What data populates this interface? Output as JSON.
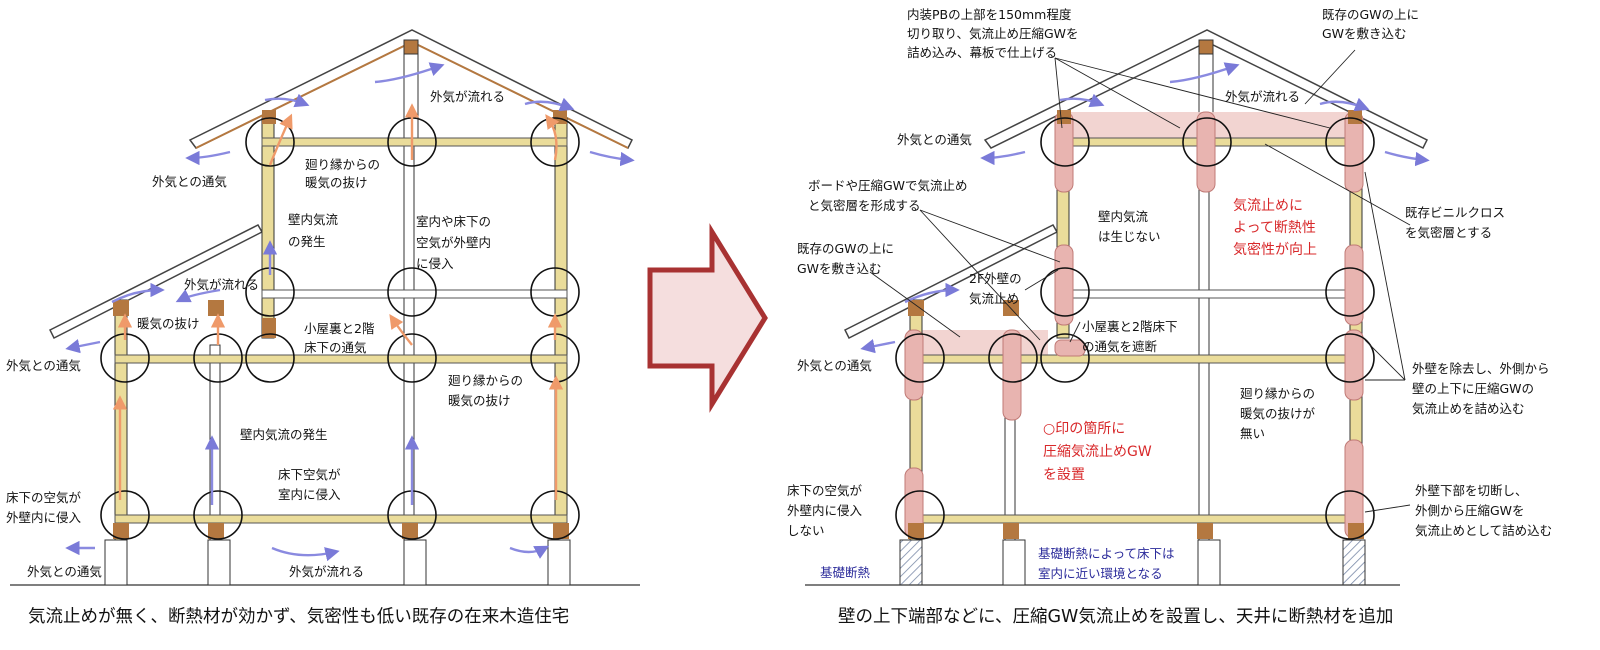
{
  "captions": {
    "left": "気流止めが無く、断熱材が効かず、気密性も低い既存の在来木造住宅",
    "right": "壁の上下端部などに、圧縮GW気流止めを設置し、天井に断熱材を追加"
  },
  "left_house": {
    "outside_air_flows_attic": "外気が流れる",
    "ventilation_upper": "外気との通気",
    "rim_joist_heat_escape_upper": [
      "廻り縁からの",
      "暖気の抜け"
    ],
    "wall_airflow_upper": [
      "壁内気流",
      "の発生"
    ],
    "indoor_underfloor_air": [
      "室内や床下の",
      "空気が外壁内",
      "に侵入"
    ],
    "outside_air_flows_lower_roof": "外気が流れる",
    "heat_escape_lower_roof": "暖気の抜け",
    "attic_second_floor_passage": [
      "小屋裏と2階",
      "床下の通気"
    ],
    "ventilation_left": "外気との通気",
    "rim_joist_heat_escape_lower": [
      "廻り縁からの",
      "暖気の抜け"
    ],
    "wall_airflow_lower": "壁内気流の発生",
    "underfloor_air_into_room": [
      "床下空気が",
      "室内に侵入"
    ],
    "underfloor_air_into_wall": [
      "床下の空気が",
      "外壁内に侵入"
    ],
    "ventilation_bottom": "外気との通気",
    "outside_air_flows_bottom": "外気が流れる"
  },
  "right_house": {
    "interior_pb_note": [
      "内装PBの上部を150mm程度",
      "切り取り、気流止め圧縮GWを",
      "詰め込み、幕板で仕上げる"
    ],
    "gw_over_existing_top": [
      "既存のGWの上に",
      "GWを敷き込む"
    ],
    "outside_air_flows_attic": "外気が流れる",
    "ventilation_upper": "外気との通気",
    "board_airstop_note": [
      "ボードや圧縮GWで気流止め",
      "と気密層を形成する"
    ],
    "no_wall_airflow": [
      "壁内気流",
      "は生じない"
    ],
    "improved_insulation": [
      "気流止めに",
      "よって断熱性",
      "気密性が向上"
    ],
    "vinyl_cloth_airtight": [
      "既存ビニルクロス",
      "を気密層とする"
    ],
    "gw_over_existing_left": [
      "既存のGWの上に",
      "GWを敷き込む"
    ],
    "second_floor_wall_airstop": [
      "2F外壁の",
      "気流止め"
    ],
    "attic_passage_blocked": [
      "小屋裏と2階床下",
      "の通気を遮断"
    ],
    "ventilation_left": "外気との通気",
    "exterior_wall_removal_note": [
      "外壁を除去し、外側から",
      "壁の上下に圧縮GWの",
      "気流止めを詰め込む"
    ],
    "no_rim_heat_escape": [
      "廻り縁からの",
      "暖気の抜けが",
      "無い"
    ],
    "circle_marked_places": [
      "○印の箇所に",
      "圧縮気流止めGW",
      "を設置"
    ],
    "underfloor_air_not_entering": [
      "床下の空気が",
      "外壁内に侵入",
      "しない"
    ],
    "exterior_wall_cut_note": [
      "外壁下部を切断し、",
      "外側から圧縮GWを",
      "気流止めとして詰め込む"
    ],
    "foundation_insulation_label": "基礎断熱",
    "foundation_insulation_effect": [
      "基礎断熱によって床下は",
      "室内に近い環境となる"
    ]
  },
  "colors": {
    "arrow_fill": "#f5dede",
    "arrow_stroke": "#a83232",
    "warm_flow": "#f0a070",
    "cold_flow": "#8a8ae0",
    "insulation": "#eadc9a",
    "timber": "#b47840",
    "gw_pink": "#e8b4b0",
    "red_text": "#d8282a",
    "blue_text": "#2a2a9a"
  }
}
